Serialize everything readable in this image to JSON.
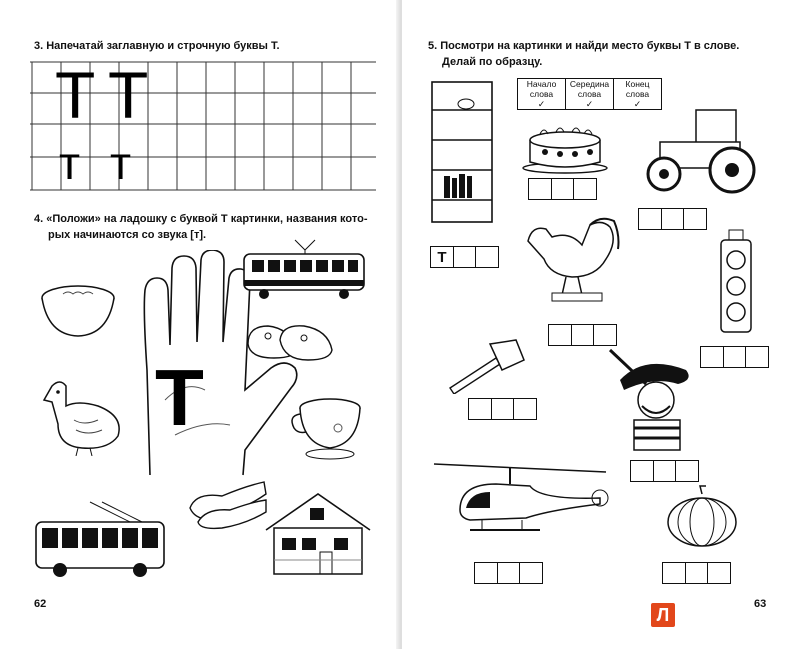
{
  "left_page": {
    "task3": "3. Напечатай заглавную и строчную буквы Т.",
    "task3_capital_letter": "Т",
    "task3_small_letter": "т",
    "task4_line1": "4. «Положи» на ладошку с буквой Т картинки, названия кото-",
    "task4_line2": "рых начинаются со звука [т].",
    "palm_letter": "Т",
    "page_number": "62"
  },
  "right_page": {
    "task5_line1": "5. Посмотри на картинки и найди место буквы Т в слове.",
    "task5_line2": "Делай по образцу.",
    "position_table": {
      "headers": [
        "Начало слова",
        "Середина слова",
        "Конец слова"
      ],
      "mark": "✓"
    },
    "example_letter": "Т",
    "page_number": "63"
  },
  "logo_letter": "Л",
  "colors": {
    "ink": "#111111",
    "logo": "#e2471b"
  }
}
